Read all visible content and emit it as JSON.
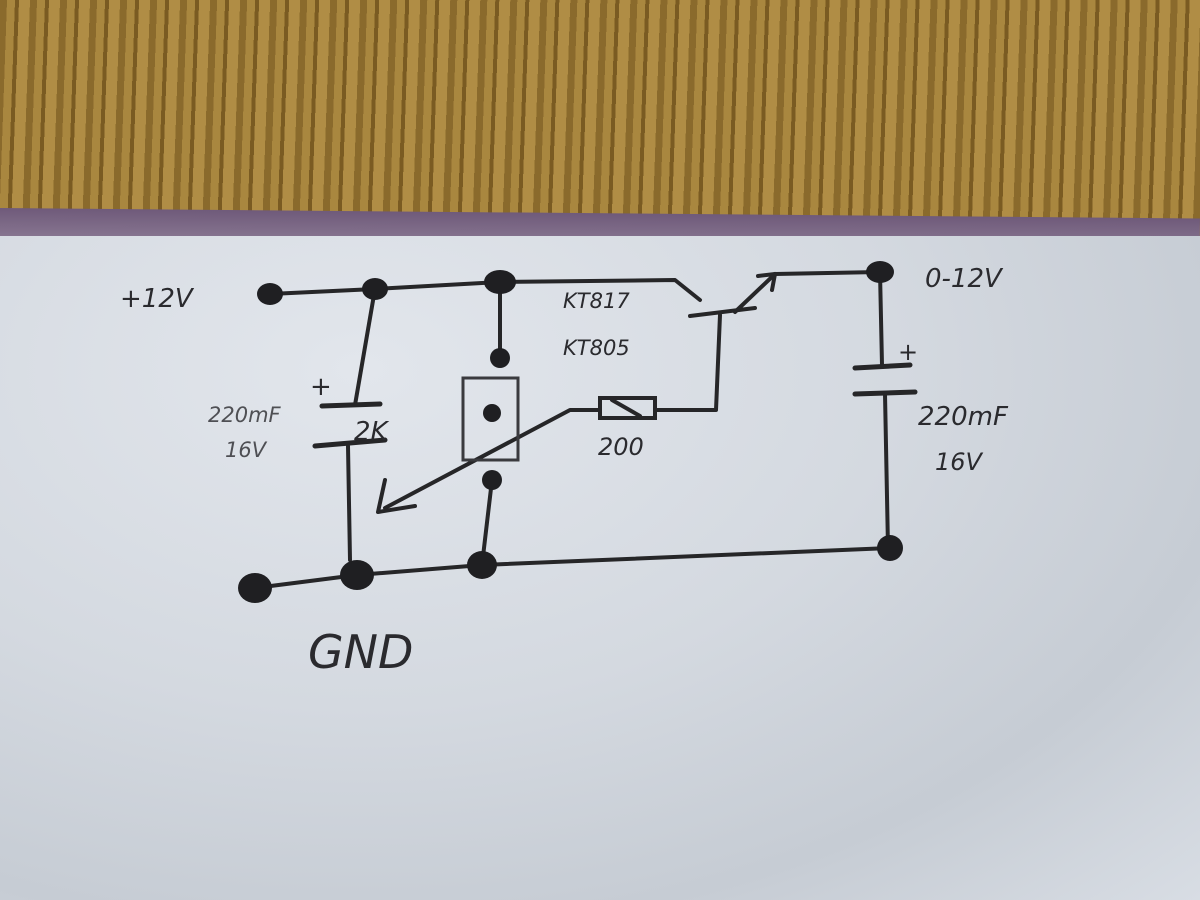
{
  "diagram": {
    "type": "hand-drawn circuit schematic (adjustable voltage regulator)",
    "labels": {
      "input_voltage": "+12V",
      "output_voltage": "0-12V",
      "ground": "GND",
      "transistor_1": "KT817",
      "transistor_2": "KT805",
      "resistor": "200",
      "potentiometer": "2K",
      "cap_left_value": "220mF",
      "cap_left_voltage": "16V",
      "cap_left_plus": "+",
      "cap_right_value": "220mF",
      "cap_right_voltage": "16V",
      "cap_right_plus": "+"
    },
    "ink_color": "#262628",
    "paper_color": "#d4d9e0"
  }
}
